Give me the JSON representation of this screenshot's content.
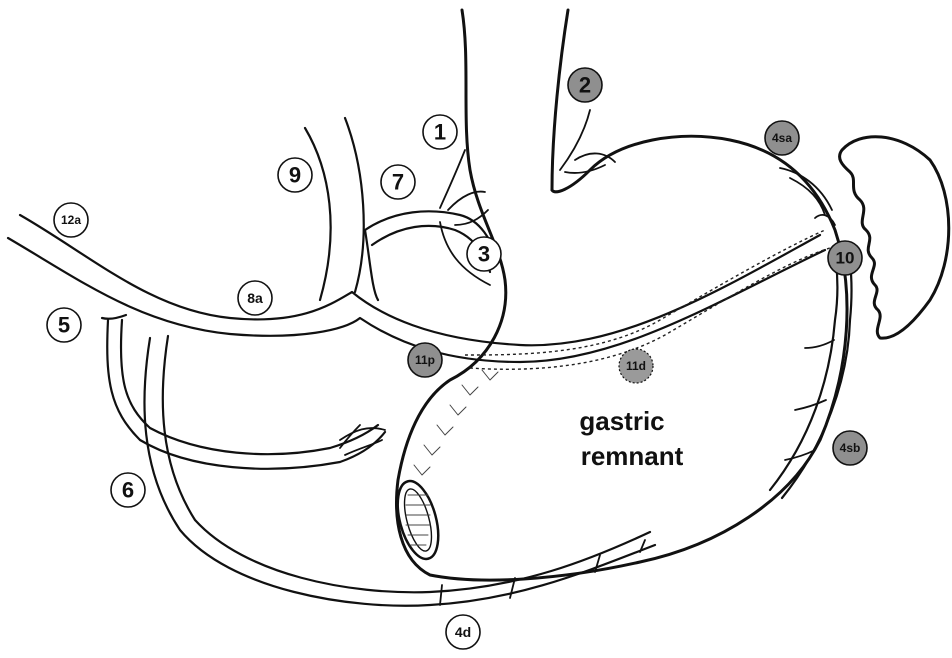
{
  "organ_label": {
    "line1": "gastric",
    "line2": "remnant"
  },
  "lymph_node_stations": {
    "open": [
      "1",
      "3",
      "5",
      "6",
      "7",
      "8a",
      "9",
      "12a",
      "4d"
    ],
    "filled": [
      "2",
      "4sa",
      "10",
      "4sb",
      "11p"
    ],
    "dashed": [
      "11d"
    ]
  },
  "colors": {
    "line": "#111111",
    "filled_station": "#8f8f8f",
    "background": "#ffffff"
  }
}
